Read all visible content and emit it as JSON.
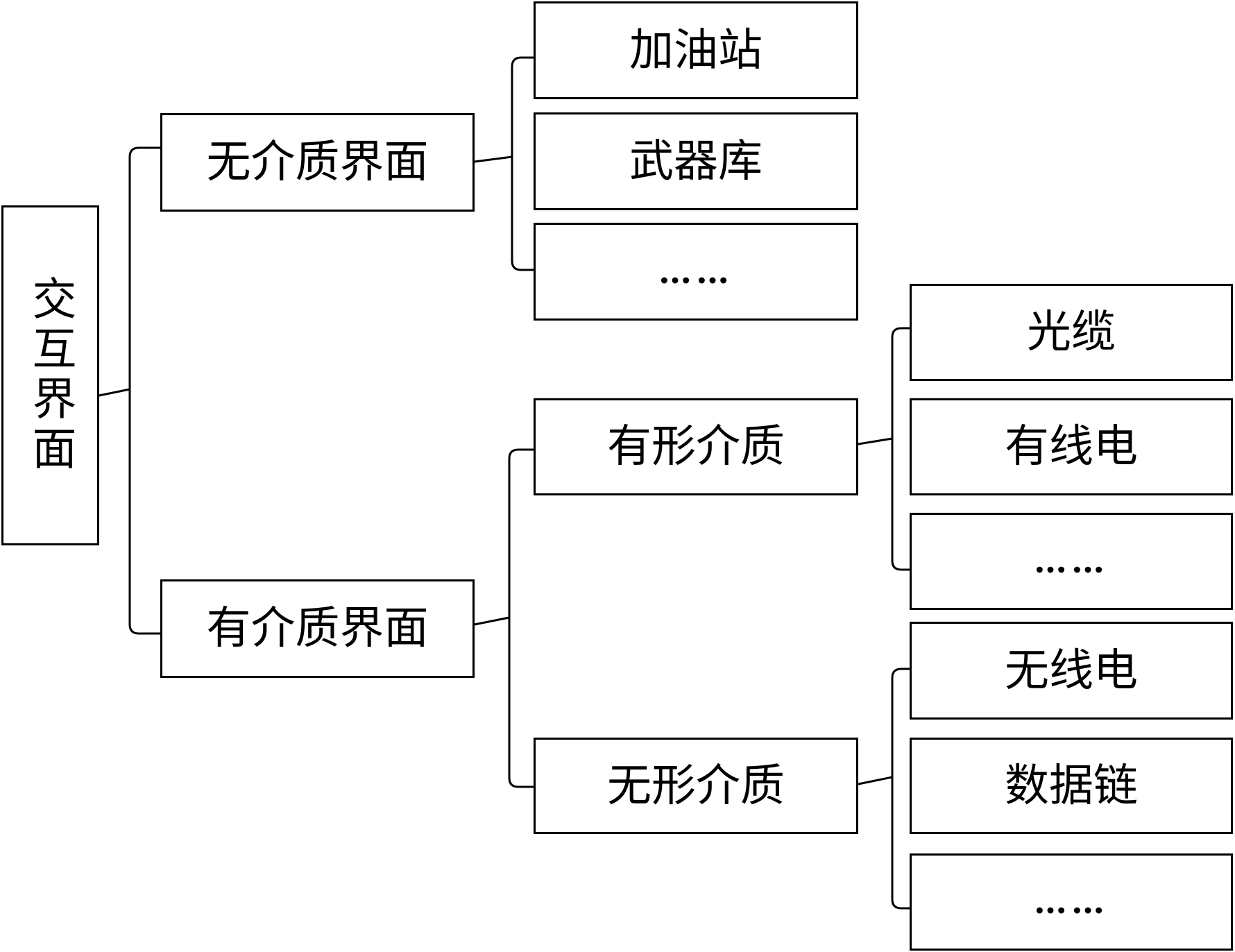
{
  "diagram": {
    "root": {
      "label": "交互界面"
    },
    "level1": [
      {
        "label": "无介质界面",
        "children": [
          "加油站",
          "武器库",
          "……"
        ]
      },
      {
        "label": "有介质界面",
        "children": [
          {
            "label": "有形介质",
            "children": [
              "光缆",
              "有线电",
              "……"
            ]
          },
          {
            "label": "无形介质",
            "children": [
              "无线电",
              "数据链",
              "……"
            ]
          }
        ]
      }
    ]
  }
}
